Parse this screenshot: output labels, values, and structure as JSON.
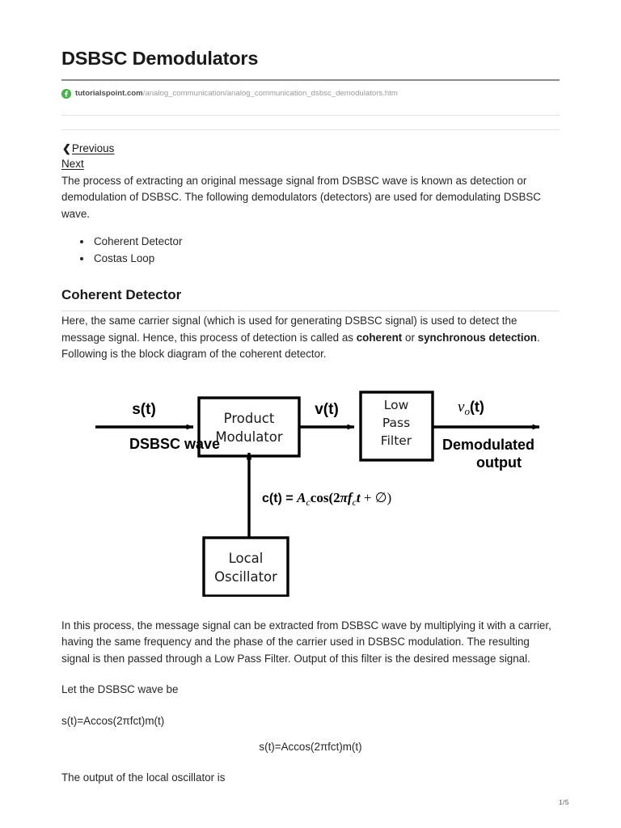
{
  "document": {
    "title": "DSBSC Demodulators",
    "page_number": "1/5"
  },
  "source": {
    "favicon_icon": "tutorialspoint-logo-icon",
    "domain": "tutorialspoint.com",
    "path": "/analog_communication/analog_communication_dsbsc_demodulators.htm"
  },
  "nav": {
    "chevron_icon": "chevron-left-icon",
    "previous_label": "Previous",
    "next_label": "Next "
  },
  "intro": {
    "paragraph": "The process of extracting an original message signal from DSBSC wave is known as detection or demodulation of DSBSC. The following demodulators (detectors) are used for demodulating DSBSC wave.",
    "bullets": [
      "Coherent Detector",
      "Costas Loop"
    ]
  },
  "coherent_section": {
    "heading": "Coherent Detector",
    "para_part1": "Here, the same carrier signal (which is used for generating DSBSC signal) is used to detect the message signal. Hence, this process of detection is called as ",
    "bold1": "coherent",
    "para_part2": " or ",
    "bold2": "synchronous detection",
    "para_part3": ". Following is the block diagram of the coherent detector."
  },
  "diagram": {
    "input_signal_label": "s(t)",
    "input_desc_label": "DSBSC wave",
    "block1_line1": "Product",
    "block1_line2": "Modulator",
    "mid_signal_label": "v(t)",
    "block2_line1": "Low",
    "block2_line2": "Pass",
    "block2_line3": "Filter",
    "output_signal_v": "v",
    "output_signal_sub": "o",
    "output_signal_rest": "(t)",
    "output_desc_line1": "Demodulated",
    "output_desc_line2": "output",
    "carrier_eq_lhs": "c(t)",
    "carrier_eq_eq": "=",
    "carrier_eq_A": "A",
    "carrier_eq_Asub": "c",
    "carrier_eq_cos": "cos(2",
    "carrier_eq_pi": "π",
    "carrier_eq_f": "f",
    "carrier_eq_fsub": "c",
    "carrier_eq_t": "t",
    "carrier_eq_plus": "+",
    "carrier_eq_phi": "∅",
    "carrier_eq_close": ")",
    "osc_line1": "Local",
    "osc_line2": "Oscillator"
  },
  "body_after": {
    "paragraph": "In this process, the message signal can be extracted from DSBSC wave by multiplying it with a carrier, having the same frequency and the phase of the carrier used in DSBSC modulation. The resulting signal is then passed through a Low Pass Filter. Output of this filter is the desired message signal.",
    "lead_in_1": "Let the DSBSC wave be",
    "equation_inline": "s(t)=Accos(2πfct)m(t)",
    "equation_centered": "s(t)=Accos(2πfct)m(t)",
    "lead_in_2": "The output of the local oscillator is"
  },
  "colors": {
    "text": "#262626",
    "heading": "#1a1a1a",
    "favicon_green": "#4caf50",
    "url_path_gray": "#9a9a9a",
    "rule_light": "#e4e4e4",
    "rule_dark": "#8c8c8c"
  }
}
